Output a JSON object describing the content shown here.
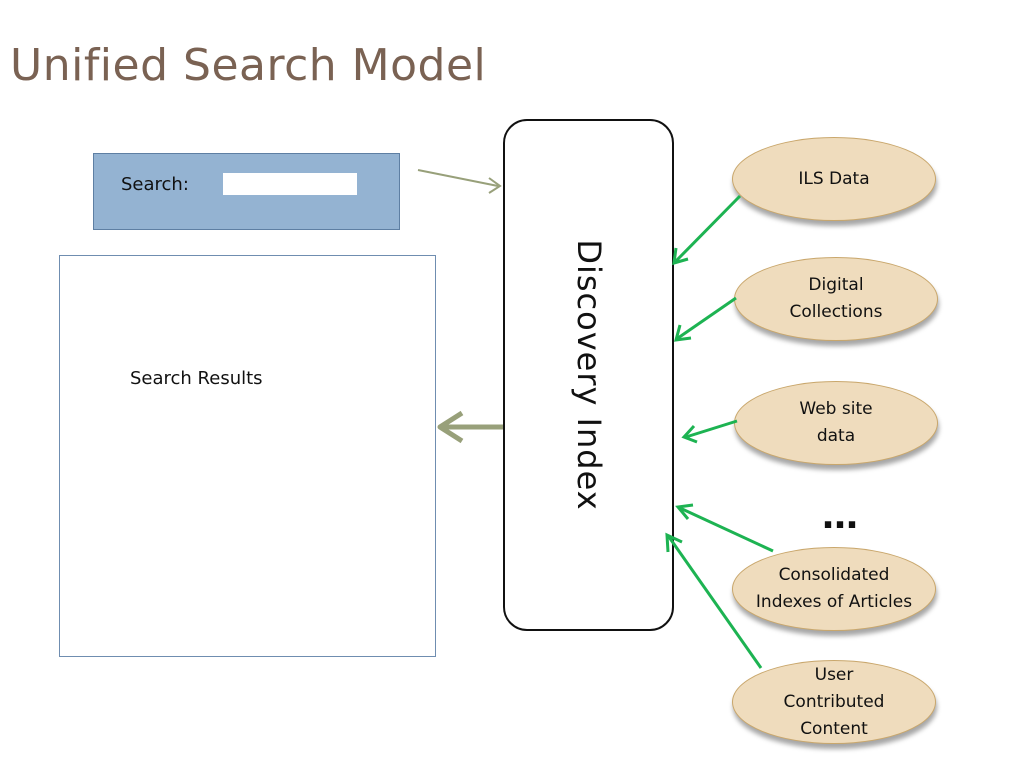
{
  "slide": {
    "title": "Unified Search Model"
  },
  "search": {
    "label": "Search:",
    "input_value": ""
  },
  "results": {
    "label": "Search Results"
  },
  "index": {
    "label": "Discovery Index"
  },
  "sources": [
    {
      "label": "ILS Data"
    },
    {
      "label": "Digital Collections"
    },
    {
      "label": "Web site data"
    },
    {
      "label": "Consolidated Indexes of Articles"
    },
    {
      "label": "User Contributed Content"
    }
  ],
  "ellipsis": "…",
  "colors": {
    "title": "#7a6253",
    "search_box": "#94b3d2",
    "source_fill": "#efdcbd",
    "source_arrow": "#1db352",
    "result_arrow": "#98a07a"
  }
}
